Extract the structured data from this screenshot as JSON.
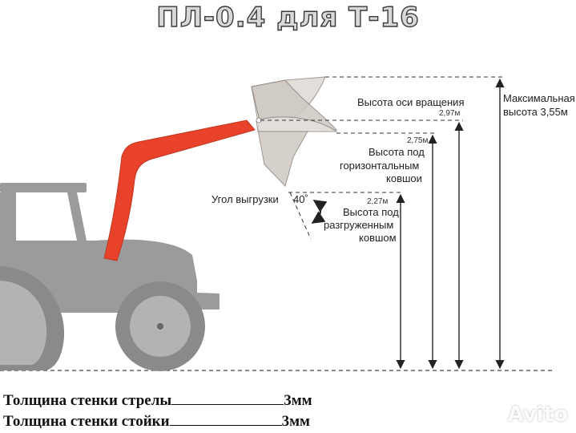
{
  "title": "ПЛ-0.4 для Т-16",
  "annotations": {
    "pivot_height_label": "Высота оси вращения",
    "pivot_height_value": "2,97м",
    "max_height_label_1": "Максимальная",
    "max_height_label_2": "высота",
    "max_height_value": "3,55м",
    "horizontal_value": "2,75м",
    "horizontal_label_1": "Высота под",
    "horizontal_label_2": "горизонтальным",
    "horizontal_label_3": "ковшои",
    "dump_angle_label": "Угол выгрузки",
    "dump_angle_value": "40˚",
    "unloaded_value": "2,27м",
    "unloaded_label_1": "Высота под",
    "unloaded_label_2": "разгруженным",
    "unloaded_label_3": "ковшом"
  },
  "specs": [
    {
      "label": "Толщина стенки стрелы",
      "value": "3мм"
    },
    {
      "label": "Толщина стенки стойки",
      "value": "3мм"
    }
  ],
  "watermark": "Avito",
  "colors": {
    "boom": "#e8432a",
    "tractor": "#9b9b9b",
    "tractor_dark": "#6e6e6e",
    "bucket": "#d4cfcb",
    "dim_line": "#222222"
  }
}
